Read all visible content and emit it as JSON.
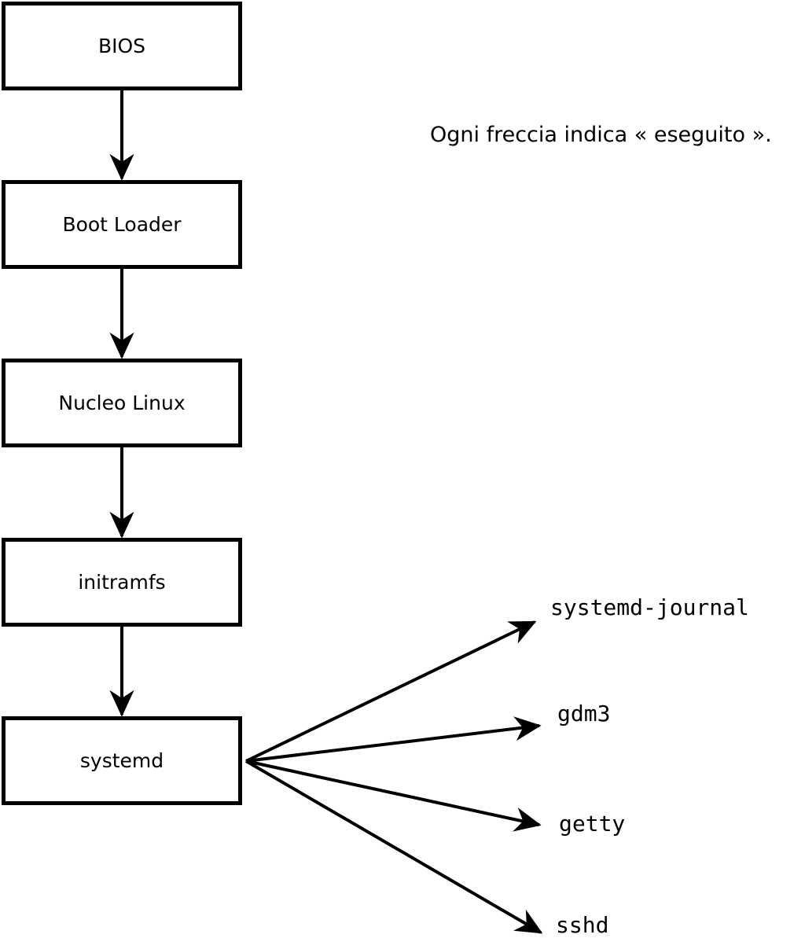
{
  "caption": "Ogni freccia indica « eseguito ».",
  "colors": {
    "line": "#000000",
    "background": "#ffffff"
  },
  "boxes": [
    {
      "id": "bios",
      "label": "BIOS"
    },
    {
      "id": "boot-loader",
      "label": "Boot Loader"
    },
    {
      "id": "nucleo-linux",
      "label": "Nucleo Linux"
    },
    {
      "id": "initramfs",
      "label": "initramfs"
    },
    {
      "id": "systemd",
      "label": "systemd"
    }
  ],
  "services": [
    {
      "id": "systemd-journal",
      "label": "systemd-journal"
    },
    {
      "id": "gdm3",
      "label": "gdm3"
    },
    {
      "id": "getty",
      "label": "getty"
    },
    {
      "id": "sshd",
      "label": "sshd"
    }
  ]
}
